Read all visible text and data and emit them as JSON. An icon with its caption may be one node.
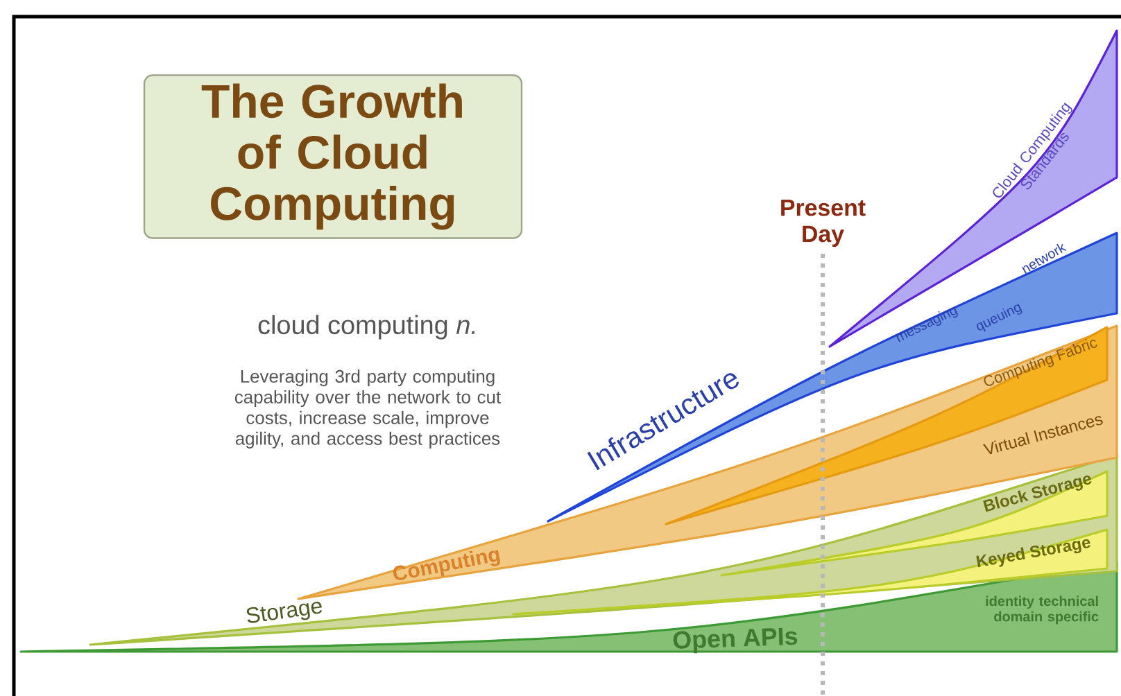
{
  "diagram": {
    "title": "The Growth of Cloud Computing",
    "nodes": [
      {
        "text": [
          "Cloud Computing Standards"
        ]
      },
      {
        "text": [
          "Infrastructure",
          "messaging",
          "network",
          "queuing"
        ]
      },
      {
        "text": [
          "Computing",
          "Virtual Instances"
        ]
      },
      {
        "text": [
          "Computing Fabric"
        ],
        "in": 2
      },
      {
        "text": [
          "Storage"
        ]
      },
      {
        "text": [
          "Block Storage"
        ],
        "in": 4
      },
      {
        "text": [
          "Keyed Storage"
        ],
        "in": 4
      },
      {
        "text": [
          "Open APIs",
          "identity technical domain specific"
        ]
      }
    ],
    "labels": [
      "cloud computing *n.*",
      "Leveraging 3rd party computing capability over the network to cut costs, increase scale, improve agility, and access best practices",
      "Present Day"
    ]
  }
}
